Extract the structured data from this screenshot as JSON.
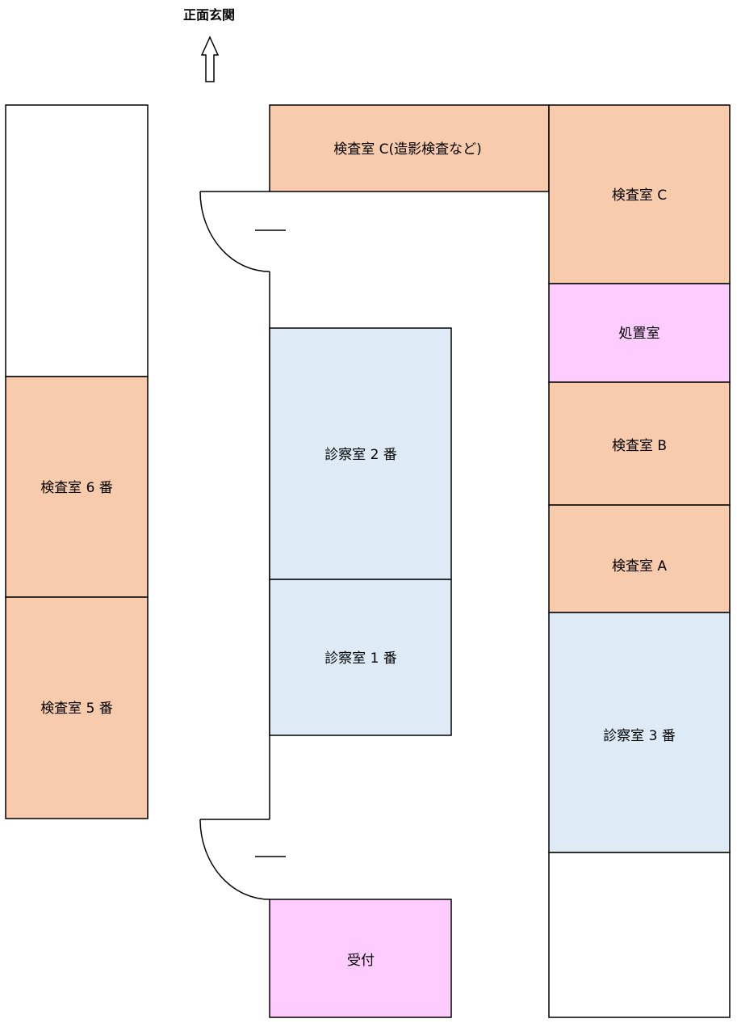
{
  "entrance": {
    "label": "正面玄関",
    "icon": "arrow-up-icon"
  },
  "colors": {
    "exam": "#f8cbad",
    "consult": "#deebf7",
    "service": "#ffccff",
    "empty": "#ffffff",
    "stroke": "#000000"
  },
  "rooms": {
    "left_top_blank": "",
    "exam6": "検査室 6 番",
    "exam5": "検査室 5 番",
    "exam_c_wide": "検査室 C(造影検査など)",
    "consult2": "診察室 2 番",
    "consult1": "診察室 1 番",
    "reception": "受付",
    "exam_c": "検査室 C",
    "treatment": "処置室",
    "exam_b": "検査室 B",
    "exam_a": "検査室 A",
    "consult3": "診察室 3 番",
    "right_bottom_blank": ""
  }
}
